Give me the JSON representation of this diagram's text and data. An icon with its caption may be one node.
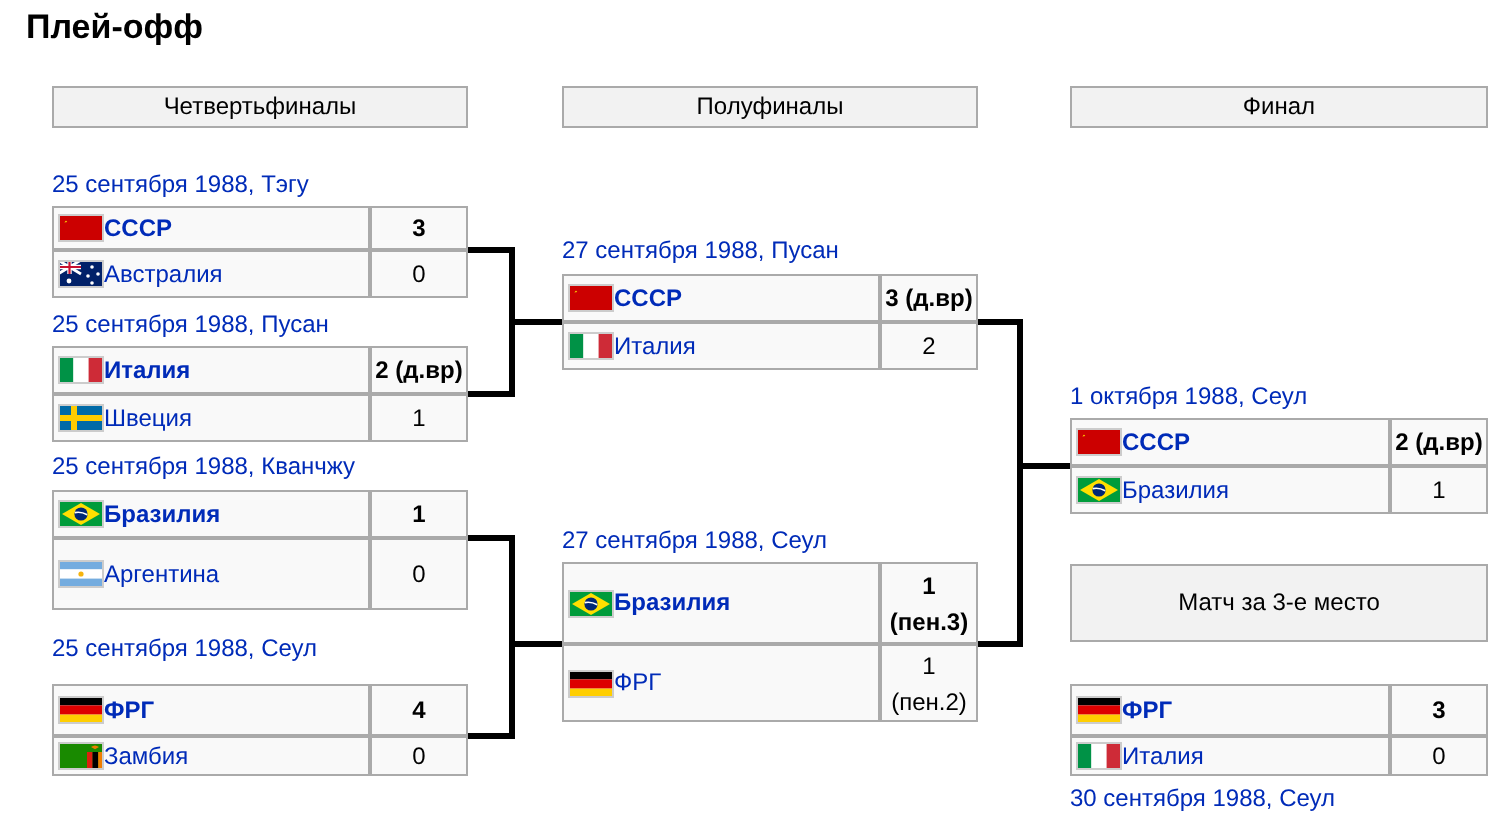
{
  "diagram": {
    "title": "Плей-офф",
    "nodes": [
      {
        "text": [
          "Четвертьфиналы"
        ]
      },
      {
        "text": [
          "Полуфиналы"
        ]
      },
      {
        "text": [
          "Финал"
        ]
      },
      {
        "text": [
          "25 сентября 1988, Тэгу",
          "СССР",
          "3",
          "Австралия",
          "0"
        ]
      },
      {
        "text": [
          "25 сентября 1988, Пусан",
          "Италия",
          "2 (д.вр)",
          "Швеция",
          "1"
        ]
      },
      {
        "text": [
          "25 сентября 1988, Кванчжу",
          "Бразилия",
          "1",
          "Аргентина",
          "0"
        ]
      },
      {
        "text": [
          "25 сентября 1988, Сеул",
          "ФРГ",
          "4",
          "Замбия",
          "0"
        ]
      },
      {
        "text": [
          "27 сентября 1988, Пусан",
          "СССР",
          "3 (д.вр)",
          "Италия",
          "2"
        ]
      },
      {
        "text": [
          "27 сентября 1988, Сеул",
          "Бразилия",
          "1 (пен.3)",
          "ФРГ",
          "1 (пен.2)"
        ]
      },
      {
        "text": [
          "1 октября 1988, Сеул",
          "СССР",
          "2 (д.вр)",
          "Бразилия",
          "1"
        ]
      },
      {
        "text": [
          "Матч за 3-е место"
        ]
      },
      {
        "text": [
          "ФРГ",
          "3",
          "Италия",
          "0",
          "30 сентября 1988, Сеул"
        ]
      }
    ],
    "edges": [
      {
        "from": 3,
        "to": 7,
        "arrow": "none"
      },
      {
        "from": 4,
        "to": 7,
        "arrow": "none"
      },
      {
        "from": 5,
        "to": 8,
        "arrow": "none"
      },
      {
        "from": 6,
        "to": 8,
        "arrow": "none"
      },
      {
        "from": 7,
        "to": 9,
        "arrow": "none"
      },
      {
        "from": 8,
        "to": 9,
        "arrow": "none"
      }
    ]
  }
}
